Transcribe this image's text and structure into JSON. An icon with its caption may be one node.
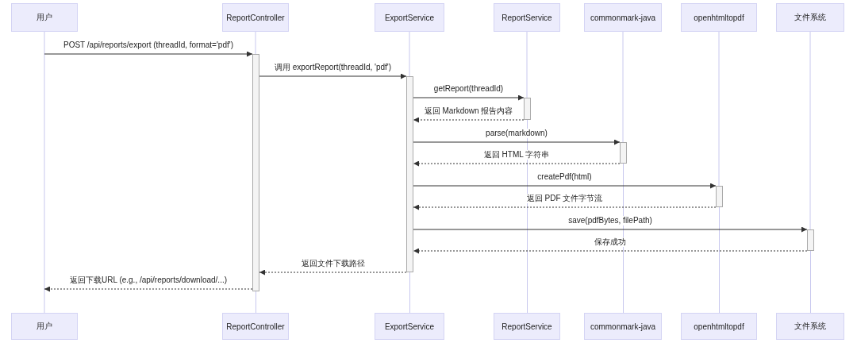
{
  "diagram": {
    "nodes": [
      {
        "text": [
          "用户"
        ]
      },
      {
        "text": [
          "ReportController"
        ]
      },
      {
        "text": [
          "ExportService"
        ]
      },
      {
        "text": [
          "ReportService"
        ]
      },
      {
        "text": [
          "commonmark-java"
        ]
      },
      {
        "text": [
          "openhtmltopdf"
        ]
      },
      {
        "text": [
          "文件系统"
        ]
      },
      {
        "text": [
          "用户"
        ]
      },
      {
        "text": [
          "ReportController"
        ]
      },
      {
        "text": [
          "ExportService"
        ]
      },
      {
        "text": [
          "ReportService"
        ]
      },
      {
        "text": [
          "commonmark-java"
        ]
      },
      {
        "text": [
          "openhtmltopdf"
        ]
      },
      {
        "text": [
          "文件系统"
        ]
      },
      {
        "text": [],
        "shape": "bar"
      },
      {
        "text": [],
        "shape": "bar"
      },
      {
        "text": [],
        "shape": "bar"
      },
      {
        "text": [],
        "shape": "bar"
      },
      {
        "text": [],
        "shape": "bar"
      },
      {
        "text": [],
        "shape": "bar"
      }
    ],
    "edges": [
      {
        "from": 0,
        "to": 7,
        "arrow": "none"
      },
      {
        "from": 1,
        "to": 14,
        "arrow": "none"
      },
      {
        "from": 14,
        "to": 8,
        "arrow": "none"
      },
      {
        "from": 2,
        "to": 15,
        "arrow": "none"
      },
      {
        "from": 15,
        "to": 9,
        "arrow": "none"
      },
      {
        "from": 3,
        "to": 16,
        "arrow": "none"
      },
      {
        "from": 16,
        "to": 10,
        "arrow": "none"
      },
      {
        "from": 4,
        "to": 17,
        "arrow": "none"
      },
      {
        "from": 17,
        "to": 11,
        "arrow": "none"
      },
      {
        "from": 5,
        "to": 18,
        "arrow": "none"
      },
      {
        "from": 18,
        "to": 12,
        "arrow": "none"
      },
      {
        "from": 6,
        "to": 19,
        "arrow": "none"
      },
      {
        "from": 19,
        "to": 13,
        "arrow": "none"
      },
      {
        "from": null,
        "to": 14,
        "arrow": "to",
        "label": "POST /api/reports/export (threadId, format='pdf')",
        "color": "#333333"
      },
      {
        "from": 14,
        "to": 15,
        "arrow": "to",
        "label": "调用 exportReport(threadId, 'pdf')",
        "color": "#333333"
      },
      {
        "from": 15,
        "to": 16,
        "arrow": "to",
        "label": "getReport(threadId)",
        "color": "#333333"
      },
      {
        "from": 16,
        "to": 15,
        "arrow": "to",
        "label": "返回 Markdown 报告内容",
        "style": "dashed",
        "color": "#333333"
      },
      {
        "from": 15,
        "to": 17,
        "arrow": "to",
        "label": "parse(markdown)",
        "color": "#333333"
      },
      {
        "from": 17,
        "to": 15,
        "arrow": "to",
        "label": "返回 HTML 字符串",
        "style": "dashed",
        "color": "#333333"
      },
      {
        "from": 15,
        "to": 18,
        "arrow": "to",
        "label": "createPdf(html)",
        "color": "#333333"
      },
      {
        "from": 18,
        "to": 15,
        "arrow": "to",
        "label": "返回 PDF 文件字节流",
        "style": "dashed",
        "color": "#333333"
      },
      {
        "from": 15,
        "to": 19,
        "arrow": "to",
        "label": "save(pdfBytes, filePath)",
        "color": "#333333"
      },
      {
        "from": 19,
        "to": 15,
        "arrow": "to",
        "label": "保存成功",
        "style": "dashed",
        "color": "#333333"
      },
      {
        "from": 15,
        "to": 14,
        "arrow": "to",
        "label": "返回文件下载路径",
        "style": "dashed",
        "color": "#333333"
      },
      {
        "from": 14,
        "to": null,
        "arrow": "to",
        "label": "返回下载URL (e.g., /api/reports/download/...)",
        "style": "dashed",
        "color": "#333333"
      }
    ]
  }
}
